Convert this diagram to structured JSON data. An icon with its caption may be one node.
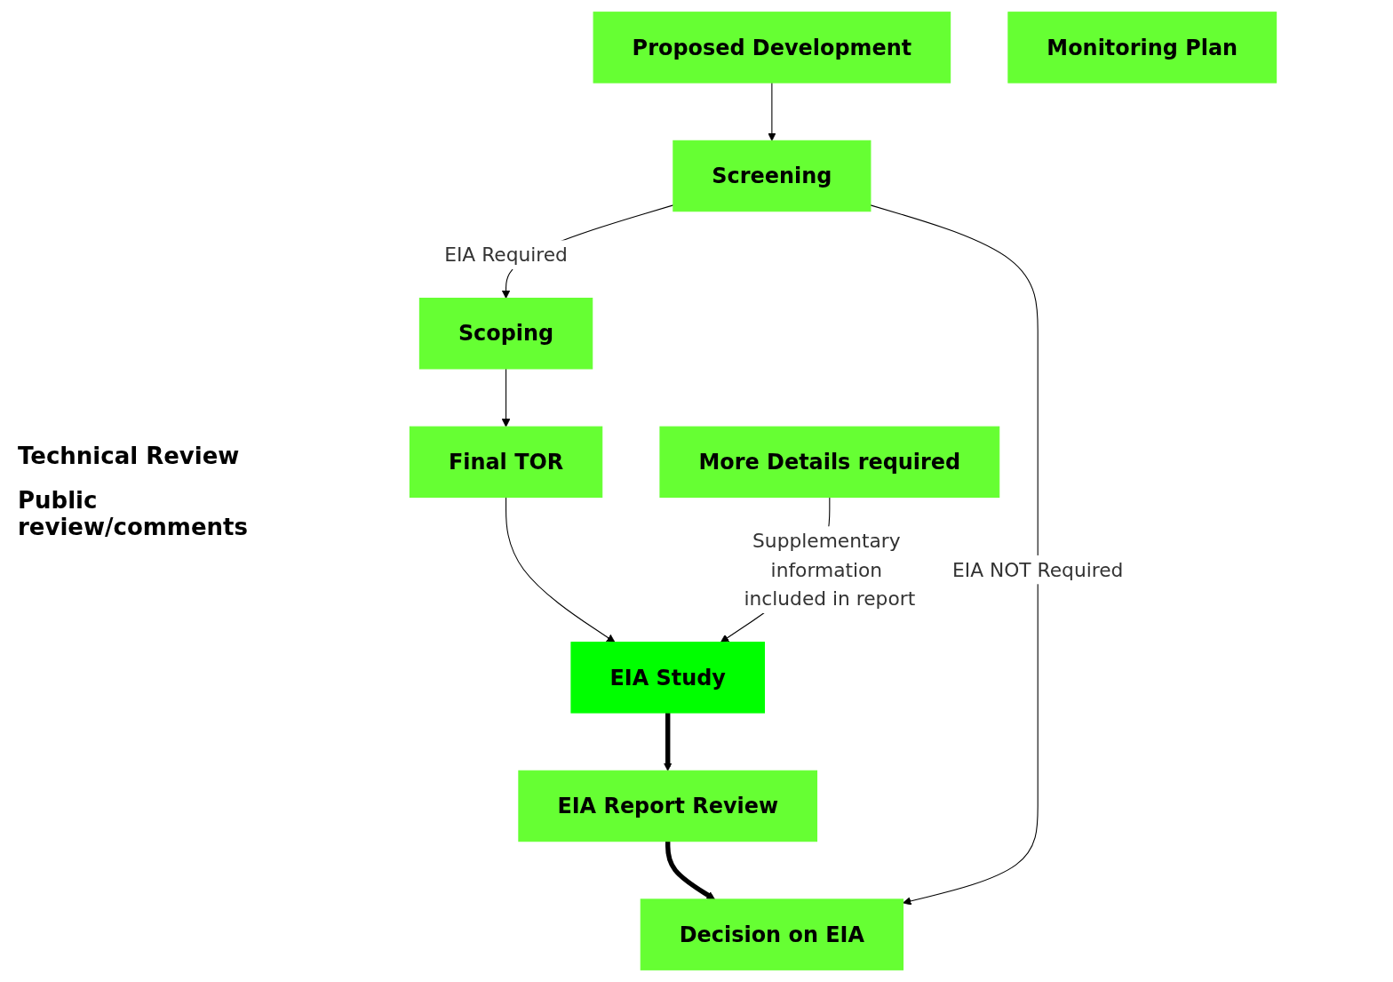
{
  "diagram": {
    "nodes": [
      {
        "text": [
          "Proposed Development"
        ]
      },
      {
        "text": [
          "Screening"
        ]
      },
      {
        "text": [
          "Scoping"
        ]
      },
      {
        "text": [
          "Final TOR"
        ]
      },
      {
        "text": [
          "EIA Study"
        ]
      },
      {
        "text": [
          "EIA Report Review"
        ]
      },
      {
        "text": [
          "More Details required"
        ]
      },
      {
        "text": [
          "Monitoring Plan"
        ]
      },
      {
        "text": [
          "Decision on EIA"
        ]
      }
    ],
    "edges": [
      {
        "from": 0,
        "to": 1,
        "arrow": "to"
      },
      {
        "from": 1,
        "to": 2,
        "arrow": "to",
        "label": "EIA Required"
      },
      {
        "from": 2,
        "to": 3,
        "arrow": "to"
      },
      {
        "from": 3,
        "to": 4,
        "arrow": "to"
      },
      {
        "from": 4,
        "to": 5,
        "arrow": "to",
        "style": "thick"
      },
      {
        "from": 5,
        "to": 8,
        "arrow": "to",
        "style": "thick"
      },
      {
        "from": 1,
        "to": 8,
        "arrow": "to",
        "label": "EIA NOT Required"
      },
      {
        "from": 6,
        "to": 4,
        "arrow": "to",
        "label": "Supplementary information included in report"
      }
    ],
    "labels": [
      "Technical Review",
      "Public review/comments"
    ]
  }
}
